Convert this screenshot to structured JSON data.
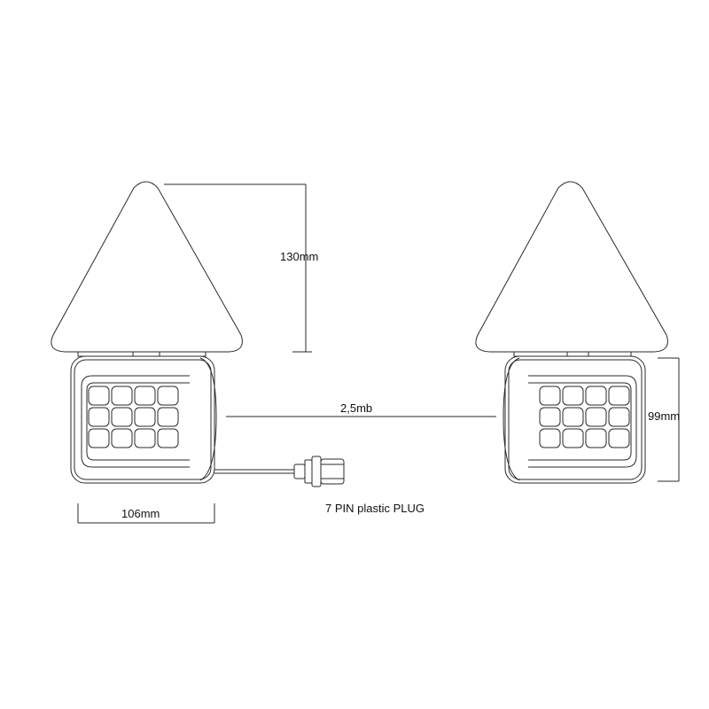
{
  "labels": {
    "height_triangle": "130mm",
    "cable_length": "2,5mb",
    "height_lamp": "99mm",
    "width_lamp": "106mm",
    "plug": "7 PIN plastic PLUG"
  },
  "colors": {
    "stroke": "#2a2a2a",
    "background": "#ffffff"
  }
}
